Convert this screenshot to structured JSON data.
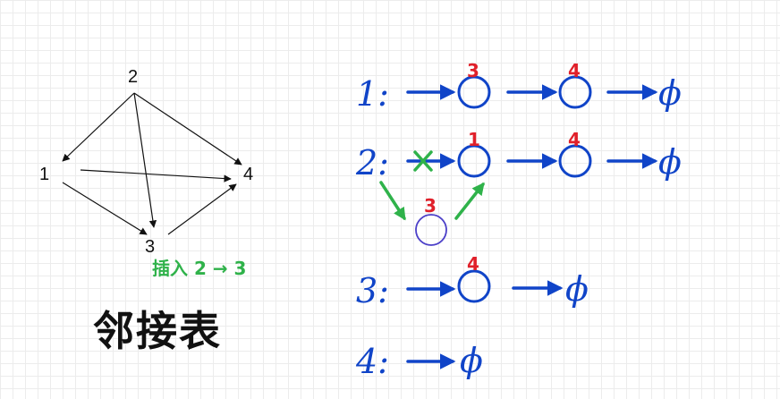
{
  "graph": {
    "nodes": [
      "1",
      "2",
      "3",
      "4"
    ],
    "edges": [
      [
        "2",
        "1"
      ],
      [
        "2",
        "3"
      ],
      [
        "2",
        "4"
      ],
      [
        "1",
        "3"
      ],
      [
        "1",
        "4"
      ],
      [
        "3",
        "4"
      ]
    ]
  },
  "insert_label": "插入 2 → 3",
  "title": "邻接表",
  "adjacency": {
    "rows": [
      {
        "label": "1:",
        "neighbors": [
          "3",
          "4"
        ]
      },
      {
        "label": "2:",
        "neighbors": [
          "1",
          "4"
        ],
        "inserted": "3"
      },
      {
        "label": "3:",
        "neighbors": [
          "4"
        ]
      },
      {
        "label": "4:",
        "neighbors": []
      }
    ],
    "null_symbol": "ϕ"
  },
  "colors": {
    "handwriting_blue": "#1044c8",
    "label_red": "#e0202a",
    "insert_green": "#2fb24a",
    "inserted_node": "#4b3fc8"
  }
}
